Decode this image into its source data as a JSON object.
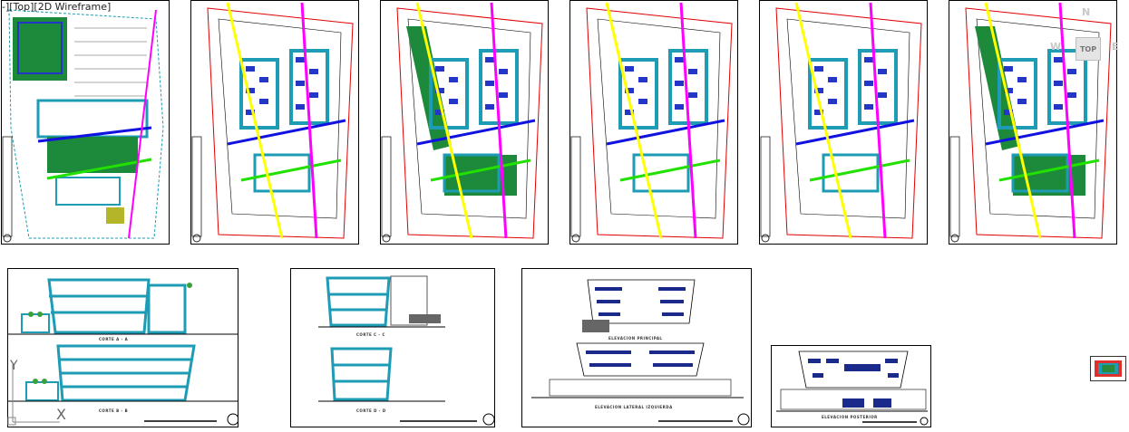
{
  "viewport": {
    "label": "-][Top][2D Wireframe]"
  },
  "navcube": {
    "north": "N",
    "west": "W",
    "east": "E",
    "top_face": "TOP"
  },
  "ucs": {
    "y_label": "Y",
    "x_label": "X"
  },
  "colors": {
    "building_cyan": "#1e9bb5",
    "room_blue": "#2436c8",
    "section_blue": "#1212e0",
    "section_green": "#22e000",
    "section_yellow": "#ffff00",
    "section_magenta": "#ff00ff",
    "boundary_red": "#e00000",
    "garden_green": "#1c8a3a",
    "sheet_border": "#000000"
  },
  "sheets": {
    "site_plan": {
      "name": "site-plan"
    },
    "floor_plans": [
      {
        "name": "floor-plan-ground",
        "green_block": false
      },
      {
        "name": "floor-plan-1",
        "green_block": true
      },
      {
        "name": "floor-plan-2",
        "green_block": false
      },
      {
        "name": "floor-plan-3",
        "green_block": false
      },
      {
        "name": "floor-plan-roof",
        "green_block": true
      }
    ],
    "sections_ab": {
      "caption_a": "CORTE A - A",
      "caption_b": "CORTE B - B"
    },
    "sections_cd": {
      "caption_c": "CORTE C - C",
      "caption_d": "CORTE D - D"
    },
    "elevations": {
      "caption_front": "ELEVACION PRINCIPAL",
      "caption_side": "ELEVACION LATERAL IZQUIERDA"
    },
    "rear_elevation": {
      "caption": "ELEVACION POSTERIOR"
    }
  }
}
